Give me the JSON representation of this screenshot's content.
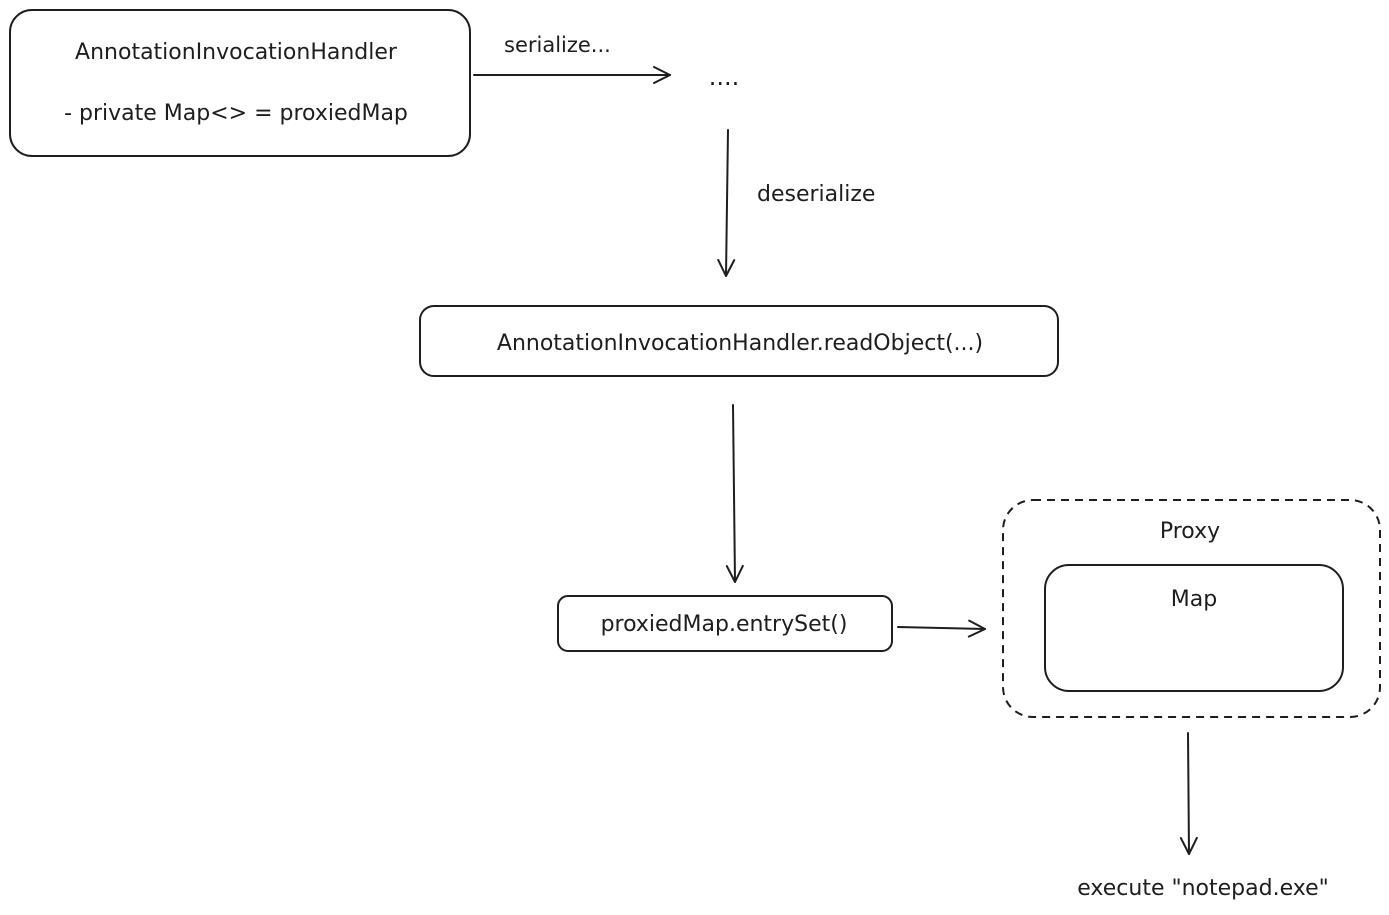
{
  "nodes": {
    "handler": {
      "title": "AnnotationInvocationHandler",
      "field": "- private Map<> = proxiedMap"
    },
    "serialized": {
      "label": "...."
    },
    "read_object": {
      "label": "AnnotationInvocationHandler.readObject(...)"
    },
    "entry_set": {
      "label": "proxiedMap.entrySet()"
    },
    "proxy": {
      "label": "Proxy",
      "inner_label": "Map"
    },
    "execute": {
      "label": "execute \"notepad.exe\""
    }
  },
  "edges": {
    "serialize": {
      "label": "serialize..."
    },
    "deserialize": {
      "label": "deserialize"
    }
  },
  "colors": {
    "stroke": "#1e1e1e",
    "background": "#ffffff"
  }
}
